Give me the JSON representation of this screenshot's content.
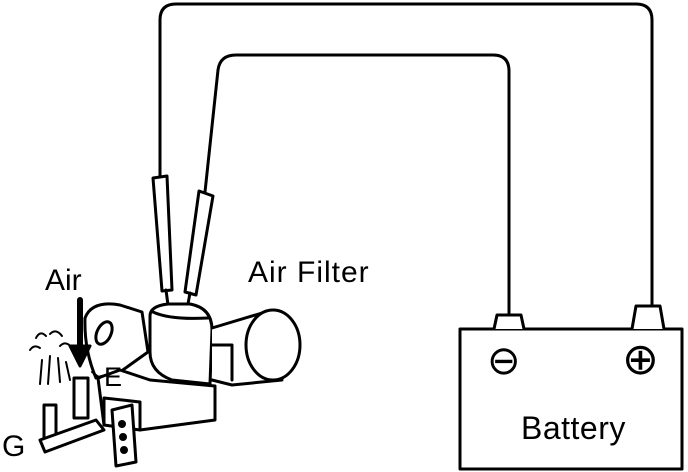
{
  "labels": {
    "air": "Air",
    "air_filter": "Air Filter",
    "port_e": "E",
    "port_g": "G",
    "battery": "Battery",
    "negative_terminal": "⊖",
    "positive_terminal": "⊕"
  },
  "colors": {
    "ink": "#000000",
    "paper": "#ffffff"
  }
}
